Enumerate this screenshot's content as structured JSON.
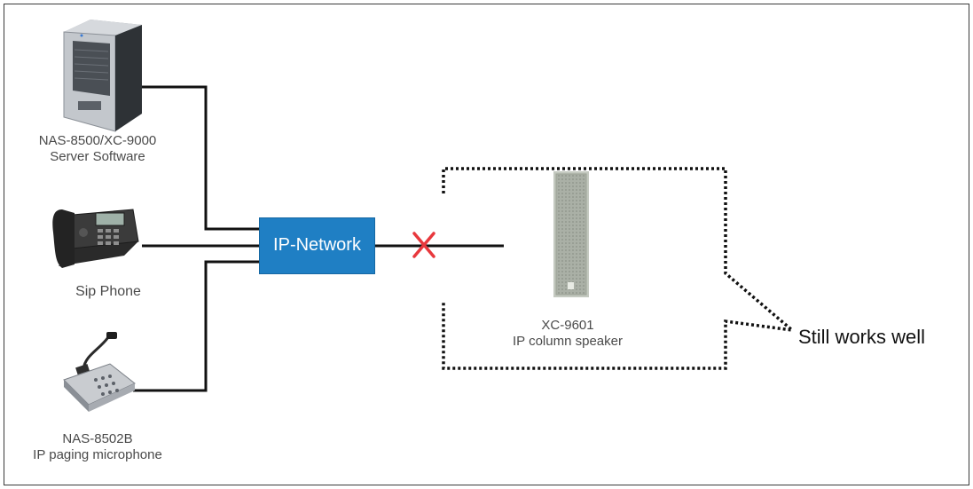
{
  "server": {
    "line1": "NAS-8500/XC-9000",
    "line2": "Server Software"
  },
  "phone": {
    "label": "Sip Phone"
  },
  "microphone": {
    "line1": "NAS-8502B",
    "line2": "IP paging microphone"
  },
  "network": {
    "label": "IP-Network",
    "color": "#1f7fc4"
  },
  "speaker": {
    "line1": "XC-9601",
    "line2": "IP column speaker"
  },
  "callout": {
    "text": "Still works well"
  },
  "colors": {
    "fault_cross": "#e8383d",
    "lines": "#111111",
    "label_text": "#4a4a4a"
  },
  "icons": [
    "server-icon",
    "ip-phone-icon",
    "paging-microphone-icon",
    "column-speaker-icon",
    "fault-cross-icon"
  ]
}
